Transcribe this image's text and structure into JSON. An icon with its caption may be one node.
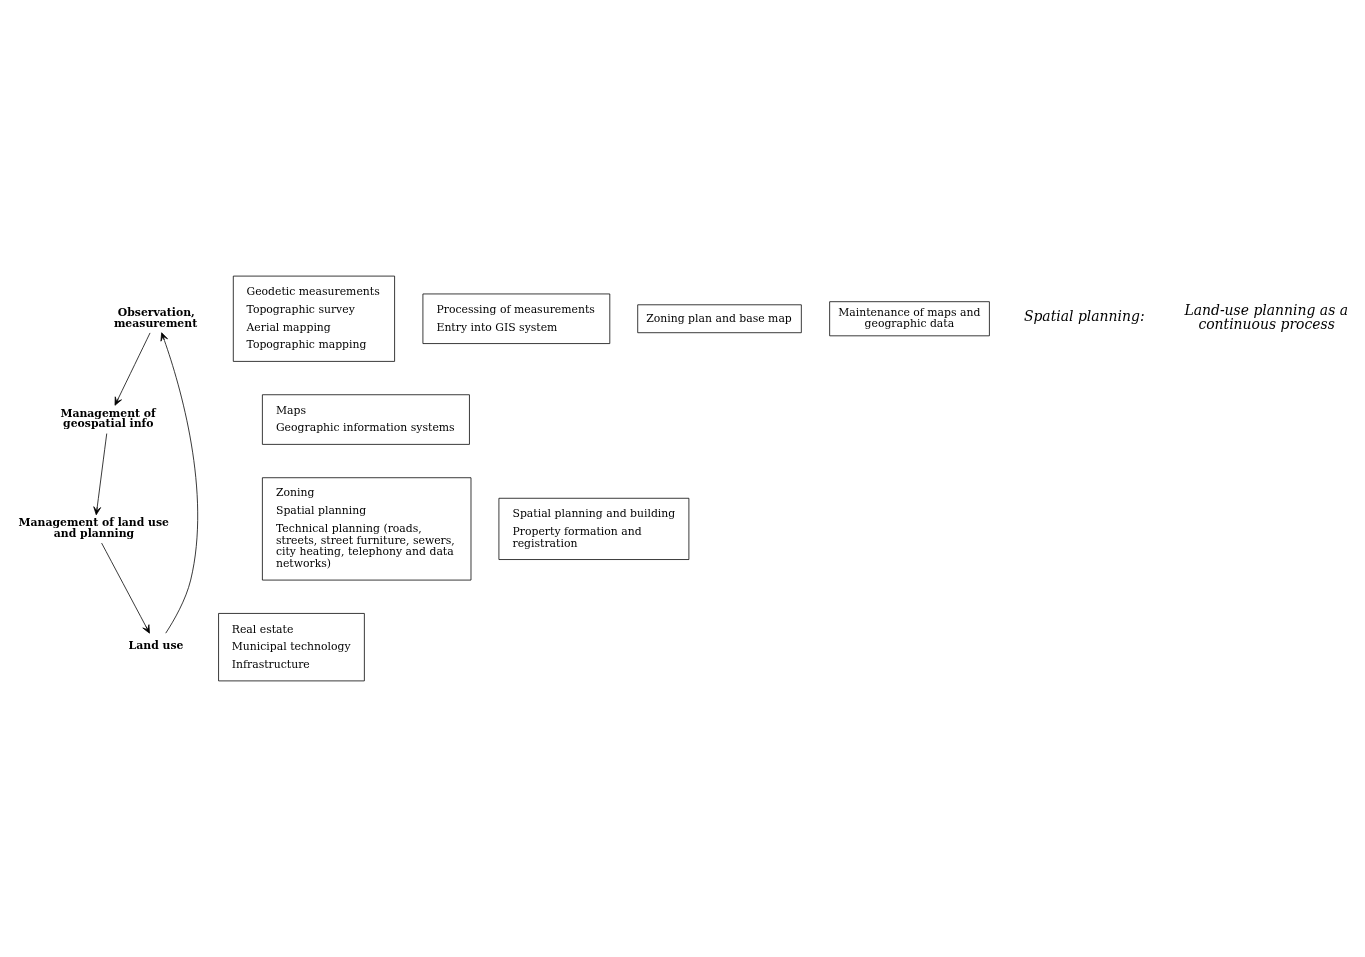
{
  "diagram": {
    "nodes": [
      {
        "text": [
          "Observation, measurement"
        ]
      },
      {
        "text": [
          "Management of geospatial info"
        ]
      },
      {
        "text": [
          "Management of land use and planning"
        ]
      },
      {
        "text": [
          "Land use"
        ]
      },
      {
        "text": [
          "Geodetic measurements",
          "Topographic survey",
          "Aerial mapping",
          "Topographic mapping"
        ]
      },
      {
        "text": [
          "Processing of measurements",
          "Entry into GIS system"
        ]
      },
      {
        "text": [
          "Maps",
          "Geographic information systems"
        ]
      },
      {
        "text": [
          "Zoning",
          "Spatial planning",
          "Technical planning (roads, streets, street furniture, sewers, city heating, telephony and data networks)"
        ]
      },
      {
        "text": [
          "Zoning plan and base map"
        ]
      },
      {
        "text": [
          "Spatial planning and building",
          "Property formation and registration"
        ]
      },
      {
        "text": [
          "Real estate",
          "Municipal technology",
          "Infrastructure"
        ]
      },
      {
        "text": [
          "Maintenance of maps and geographic data"
        ]
      }
    ],
    "edges": [
      {
        "from": 0,
        "to": 1,
        "arrow": "to"
      },
      {
        "from": 1,
        "to": 2,
        "arrow": "to"
      },
      {
        "from": 2,
        "to": 3,
        "arrow": "to"
      },
      {
        "from": 3,
        "to": 0,
        "arrow": "to"
      }
    ],
    "labels": [
      "Spatial planning:",
      "Land-use planning as a continuous process"
    ]
  }
}
